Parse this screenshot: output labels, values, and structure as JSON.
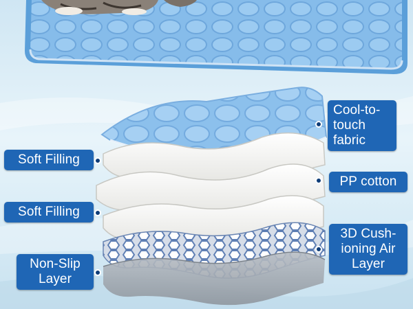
{
  "labels": {
    "cool_fabric": "Cool-to-\ntouch\nfabric",
    "soft_filling_top": "Soft Filling",
    "pp_cotton": "PP cotton",
    "soft_filling_bottom": "Soft Filling",
    "cushioning_air_layer": "3D Cush-\nioning Air\nLayer",
    "non_slip_layer": "Non-Slip\nLayer"
  },
  "colors": {
    "label_bg": "#1f66b5",
    "mat_blue": "#7fb6e6",
    "mat_border": "#5b9fd9",
    "filling_white": "#f4f4f2",
    "mesh_gray": "#9aa6b8",
    "nonslip_gray": "#a7adb4"
  }
}
